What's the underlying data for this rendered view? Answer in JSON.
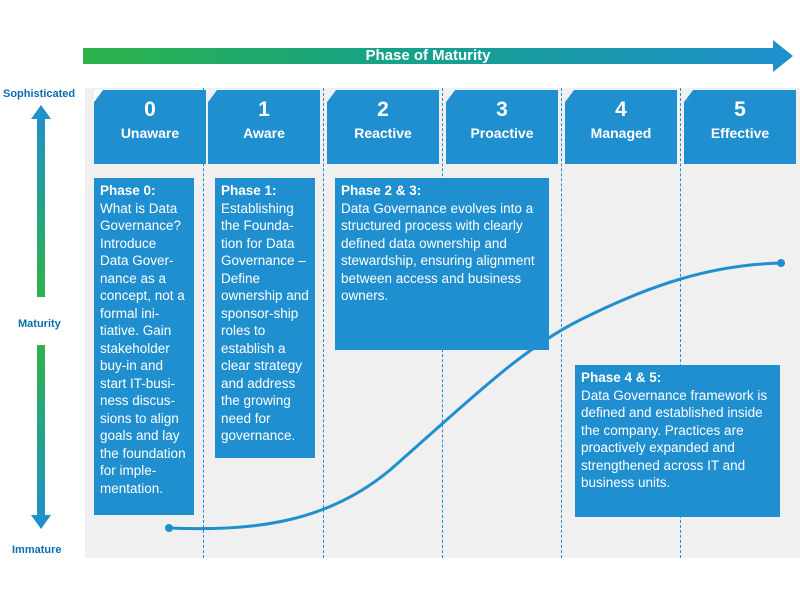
{
  "header": {
    "title": "Phase of Maturity"
  },
  "axis": {
    "top_label": "Sophisticated",
    "middle_label": "Maturity",
    "bottom_label": "Immature"
  },
  "stages": [
    {
      "number": "0",
      "name": "Unaware"
    },
    {
      "number": "1",
      "name": "Aware"
    },
    {
      "number": "2",
      "name": "Reactive"
    },
    {
      "number": "3",
      "name": "Proactive"
    },
    {
      "number": "4",
      "name": "Managed"
    },
    {
      "number": "5",
      "name": "Effective"
    }
  ],
  "descriptions": [
    {
      "title": "Phase 0:",
      "text": "What is Data Governance? Introduce Data Gover-nance as a concept, not a formal ini-tiative. Gain stakeholder buy-in and start IT-busi-ness discus-sions to align goals and lay the foundation for imple-mentation."
    },
    {
      "title": "Phase 1:",
      "text": "Establishing the Founda-tion for Data Governance – Define ownership and sponsor-ship roles to establish a clear strategy and address the growing need for governance."
    },
    {
      "title": "Phase 2 & 3:",
      "text": "Data Governance evolves into a structured process with clearly defined data ownership and stewardship, ensuring alignment between access and business owners."
    },
    {
      "title": "Phase 4 & 5:",
      "text": "Data Governance framework is defined and established inside the company. Practices are proactively expanded and strengthened across IT and business units."
    }
  ],
  "colors": {
    "primary_blue": "#1f8fcf",
    "accent_green": "#2db34a",
    "label_blue": "#0a6fb0",
    "panel_gray": "#f0f0f0"
  }
}
